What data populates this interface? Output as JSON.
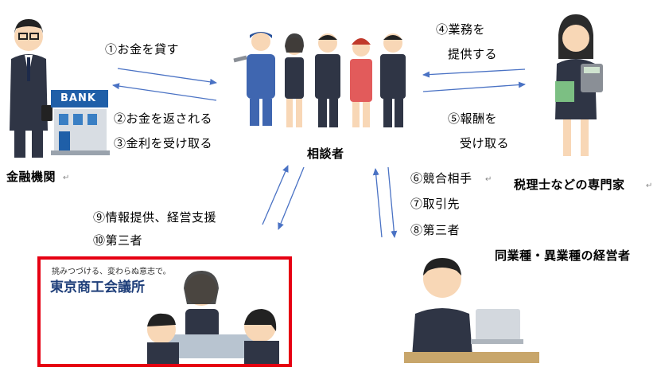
{
  "nodes": {
    "financial_institution": "金融機関",
    "bank_sign": "BANK",
    "consultant": "相談者",
    "tax_expert": "税理士などの専門家",
    "other_managers": "同業種・異業種の経営者"
  },
  "flows": {
    "lend": "①お金を貸す",
    "repay": "②お金を返される",
    "interest": "③金利を受け取る",
    "service_l1": "④業務を",
    "service_l2": "提供する",
    "fee_l1": "⑤報酬を",
    "fee_l2": "受け取る",
    "competitor": "⑥競合相手",
    "client": "⑦取引先",
    "third_party_right": "⑧第三者",
    "support": "⑨情報提供、経営支援",
    "third_party_left": "⑩第三者"
  },
  "jcci": {
    "tagline": "挑みつづける、変わらぬ意志で。",
    "logo": "東京商工会議所"
  },
  "colors": {
    "arrow": "#4a72c4",
    "frame": "#e60012",
    "suit": "#2f3545",
    "skin": "#f8d7b6",
    "bank_blue": "#1f5fa8"
  }
}
